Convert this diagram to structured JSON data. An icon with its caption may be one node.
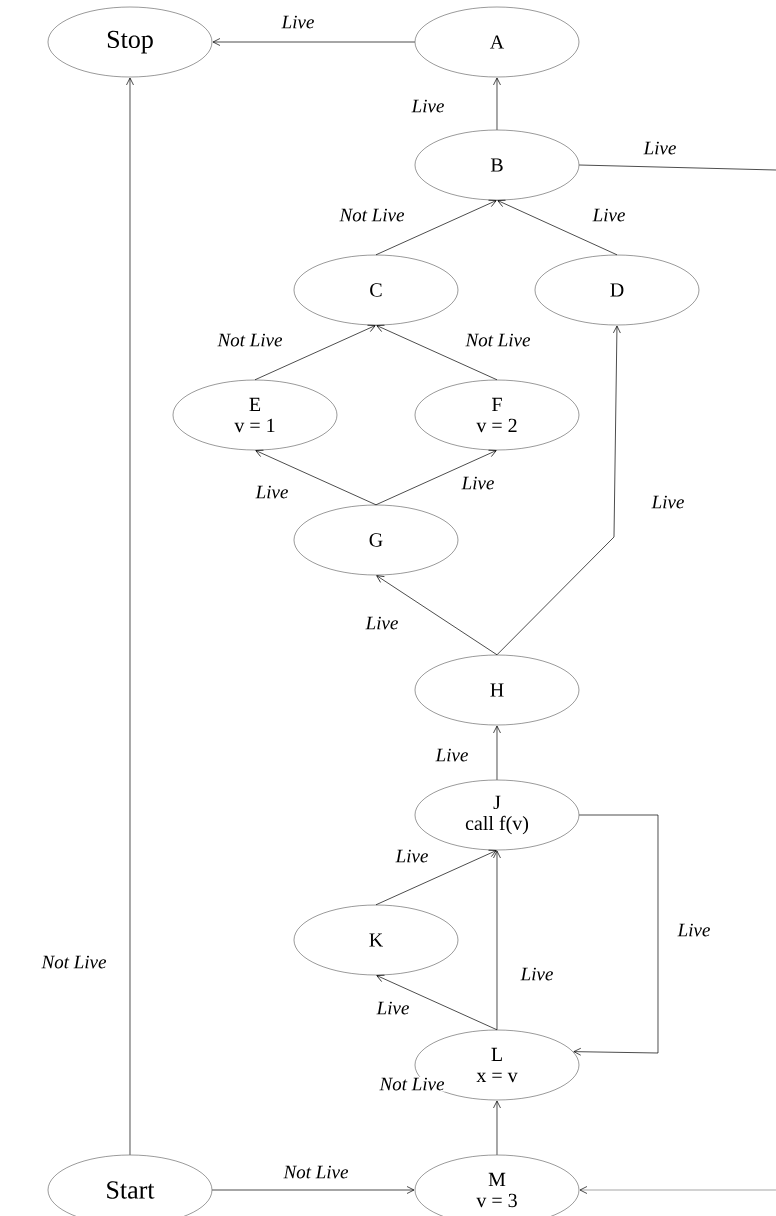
{
  "diagram": {
    "nodes": [
      {
        "text": [
          "Stop"
        ]
      },
      {
        "text": [
          "A"
        ]
      },
      {
        "text": [
          "B"
        ]
      },
      {
        "text": [
          "C"
        ]
      },
      {
        "text": [
          "D"
        ]
      },
      {
        "text": [
          "E",
          "v = 1"
        ]
      },
      {
        "text": [
          "F",
          "v = 2"
        ]
      },
      {
        "text": [
          "G"
        ]
      },
      {
        "text": [
          "H"
        ]
      },
      {
        "text": [
          "J",
          "call f(v)"
        ]
      },
      {
        "text": [
          "K"
        ]
      },
      {
        "text": [
          "L",
          "x = v"
        ]
      },
      {
        "text": [
          "Start"
        ]
      },
      {
        "text": [
          "M",
          "v = 3"
        ]
      }
    ],
    "edges": [
      {
        "from": 1,
        "to": 0,
        "arrow": "to",
        "label": "Live"
      },
      {
        "from": 2,
        "to": 1,
        "arrow": "to",
        "label": "Live"
      },
      {
        "from": 3,
        "to": 2,
        "arrow": "to",
        "label": "Not Live"
      },
      {
        "from": 4,
        "to": 2,
        "arrow": "to",
        "label": "Live"
      },
      {
        "from": 5,
        "to": 3,
        "arrow": "to",
        "label": "Not Live"
      },
      {
        "from": 6,
        "to": 3,
        "arrow": "to",
        "label": "Not Live"
      },
      {
        "from": 7,
        "to": 5,
        "arrow": "to",
        "label": "Live"
      },
      {
        "from": 7,
        "to": 6,
        "arrow": "to",
        "label": "Live"
      },
      {
        "from": 8,
        "to": 7,
        "arrow": "to",
        "label": "Live"
      },
      {
        "from": 8,
        "to": 4,
        "arrow": "to",
        "label": "Live"
      },
      {
        "from": 9,
        "to": 8,
        "arrow": "to",
        "label": "Live"
      },
      {
        "from": 10,
        "to": 9,
        "arrow": "to",
        "label": "Live"
      },
      {
        "from": 11,
        "to": 10,
        "arrow": "to",
        "label": "Live"
      },
      {
        "from": 11,
        "to": 9,
        "arrow": "to",
        "label": "Live"
      },
      {
        "from": 9,
        "to": 11,
        "arrow": "to",
        "label": "Live"
      },
      {
        "from": 13,
        "to": 11,
        "arrow": "to",
        "label": "Not Live"
      },
      {
        "from": 12,
        "to": 13,
        "arrow": "to",
        "label": "Not Live"
      },
      {
        "from": 12,
        "to": 0,
        "arrow": "to",
        "label": "Not Live"
      },
      {
        "from": 2,
        "to": null,
        "arrow": "none",
        "label": "Live"
      },
      {
        "from": null,
        "to": 13,
        "arrow": "to"
      }
    ]
  }
}
